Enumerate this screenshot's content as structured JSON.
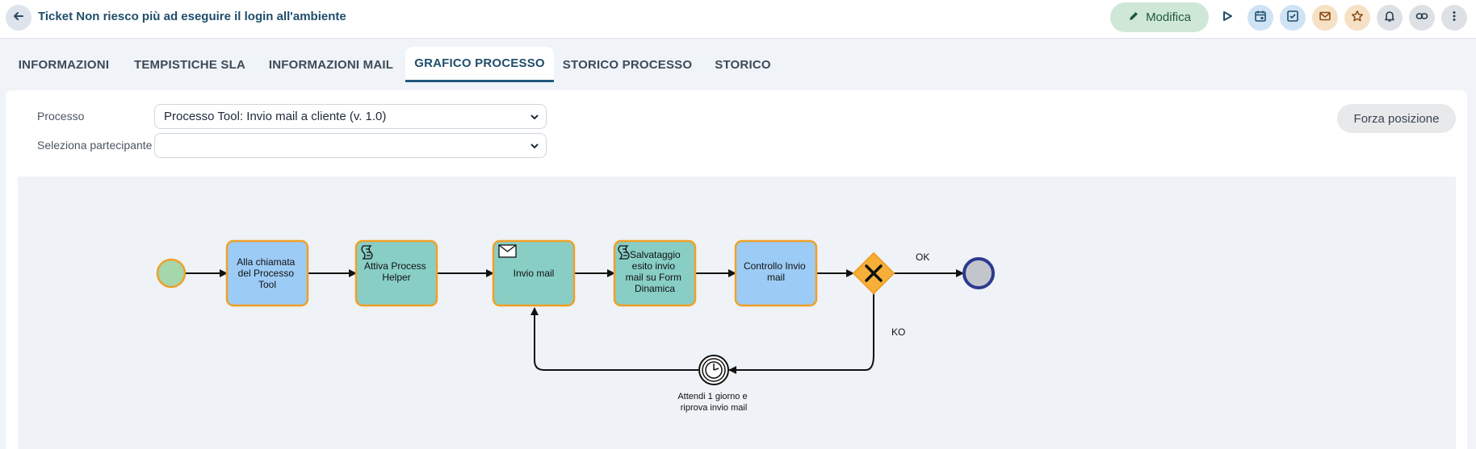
{
  "header": {
    "title": "Ticket Non riesco più ad eseguire il login all'ambiente",
    "edit_label": "Modifica"
  },
  "tabs": [
    {
      "label": "INFORMAZIONI"
    },
    {
      "label": "TEMPISTICHE SLA"
    },
    {
      "label": "INFORMAZIONI MAIL"
    },
    {
      "label": "GRAFICO PROCESSO",
      "active": true
    },
    {
      "label": "STORICO PROCESSO"
    },
    {
      "label": "STORICO"
    }
  ],
  "form": {
    "process_label": "Processo",
    "process_value": "Processo Tool: Invio mail a cliente (v. 1.0)",
    "participant_label": "Seleziona partecipante",
    "participant_value": "",
    "force_label": "Forza posizione"
  },
  "diagram": {
    "task_1": [
      "Alla chiamata",
      "del Processo",
      "Tool"
    ],
    "task_2": [
      "Attiva Process",
      "Helper"
    ],
    "task_3": [
      "Invio mail"
    ],
    "task_4": [
      "Salvataggio",
      "esito invio",
      "mail su Form",
      "Dinamica"
    ],
    "task_5": [
      "Controllo Invio",
      "mail"
    ],
    "ok_label": "OK",
    "ko_label": "KO",
    "timer_label": [
      "Attendi 1 giorno e",
      "riprova invio mail"
    ]
  },
  "colors": {
    "accent": "#1f5a7d",
    "task_blue": "#9ccbf5",
    "task_teal": "#88cec5",
    "task_border": "#f0a028",
    "gateway": "#f6b03a",
    "start_fill": "#a6d6ac",
    "end_fill": "#c2c6cc",
    "end_border": "#2b3a8e"
  },
  "icons": {
    "back": "arrow-left-icon",
    "edit": "pencil-icon",
    "play": "play-icon",
    "calendar": "calendar-icon",
    "check": "checkbox-icon",
    "mail": "mail-icon",
    "star": "star-icon",
    "bell": "bell-icon",
    "link": "link-icon",
    "more": "more-vertical-icon"
  }
}
